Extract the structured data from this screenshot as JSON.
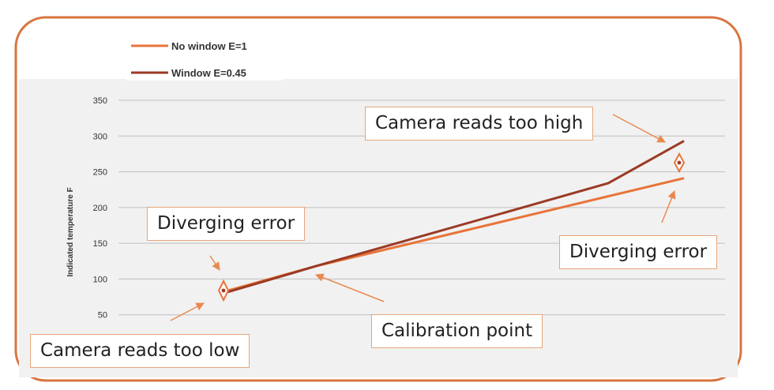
{
  "chart_data": {
    "type": "line",
    "title": "",
    "xlabel": "",
    "ylabel": "Indicated temperature F",
    "ylim": [
      0,
      350
    ],
    "yticks": [
      50,
      100,
      150,
      200,
      250,
      300,
      350
    ],
    "grid": true,
    "legend_position": "top-left",
    "series": [
      {
        "name": "No window E=1",
        "color": "#e9733a",
        "x": [
          0,
          1,
          2
        ],
        "values": [
          83,
          118,
          241
        ]
      },
      {
        "name": "Window E=0.45",
        "color": "#9b3a24",
        "x": [
          0,
          1,
          2,
          2.5
        ],
        "values": [
          81,
          118,
          234,
          293
        ]
      }
    ]
  },
  "annotations": {
    "top_right": "Camera reads too high",
    "left_upper": "Diverging error",
    "right_lower": "Diverging error",
    "bottom_center": "Calibration point",
    "bottom_left": "Camera reads too low"
  },
  "colors": {
    "frame": "#d9743f",
    "plot_bg": "#f1f1f1",
    "grid": "#bfbfbf",
    "arrow": "#e9894f",
    "callout_border": "#e8a57a"
  }
}
